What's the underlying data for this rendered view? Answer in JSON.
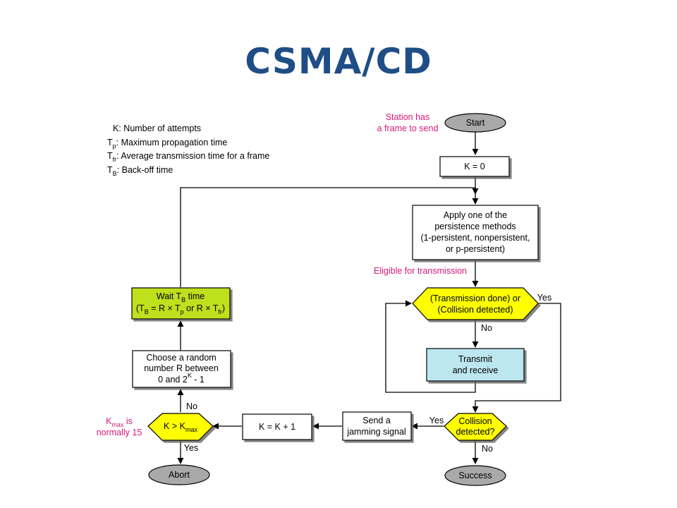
{
  "title": "CSMA/CD",
  "legend": [
    {
      "sym": "K",
      "sub": "",
      "text": ": Number of attempts"
    },
    {
      "sym": "T",
      "sub": "p",
      "text": ": Maximum propagation time"
    },
    {
      "sym": "T",
      "sub": "fr",
      "text": ": Average transmission time for a frame"
    },
    {
      "sym": "T",
      "sub": "B",
      "text": ": Back-off time"
    }
  ],
  "nodes": {
    "start": "Start",
    "k_zero": "K = 0",
    "persistence": [
      "Apply one of the",
      "persistence methods",
      "(1-persistent, nonpersistent,",
      "or p-persistent)"
    ],
    "check": [
      "(Transmission done) or",
      "(Collision detected)"
    ],
    "transmit": [
      "Transmit",
      "and receive"
    ],
    "collision": [
      "Collision",
      "detected?"
    ],
    "success": "Success",
    "jam": [
      "Send a",
      "jamming signal"
    ],
    "k_inc": "K = K + 1",
    "kmax_check": {
      "left": "K > K",
      "sub": "max"
    },
    "abort": "Abort",
    "random": [
      "Choose a random",
      "number R between",
      "0 and 2",
      "K",
      " - 1"
    ],
    "wait": {
      "l1a": "Wait T",
      "l1sub": "B",
      "l1b": " time",
      "l2": [
        "(T",
        "B",
        " = R × T",
        "p",
        " or R × T",
        "fr",
        ")"
      ]
    }
  },
  "annotations": {
    "station": [
      "Station has",
      "a frame to send"
    ],
    "eligible": "Eligible for transmission",
    "kmax_note": {
      "a": "K",
      "sub": "max",
      "b": " is",
      "line2": "normally 15"
    }
  },
  "edge_labels": {
    "check_yes": "Yes",
    "check_no": "No",
    "coll_yes": "Yes",
    "coll_no": "No",
    "kmax_no": "No",
    "kmax_yes": "Yes"
  },
  "colors": {
    "title": "#1f4e86",
    "annotation": "#d6197a",
    "decision": "#ffff00",
    "wait_box": "#bfe01e",
    "transmit_box": "#bce6f0",
    "terminal": "#a9a9a9"
  }
}
